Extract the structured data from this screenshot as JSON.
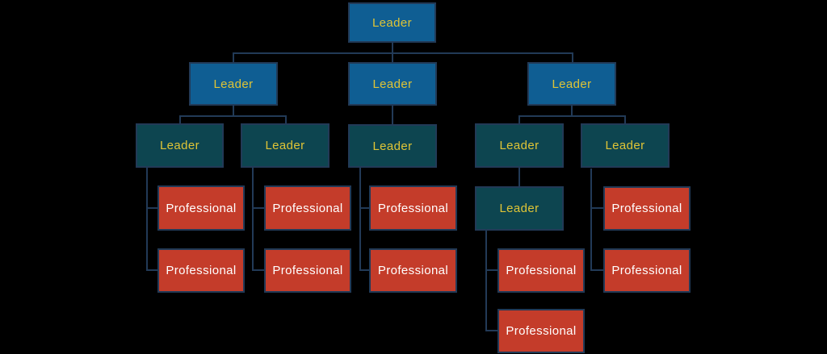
{
  "diagram": {
    "type": "org-chart",
    "background": "#000000",
    "palette": {
      "background": "#000000",
      "node_leader_blue": "#0f5e93",
      "node_leader_teal": "#0d4550",
      "node_professional_red": "#c43c2a",
      "leader_text": "#dfc436",
      "professional_text": "#ffffff",
      "connector": "#223a57",
      "border": "#223a57"
    },
    "nodes": [
      {
        "id": "l1",
        "label": "Leader",
        "role": "leader",
        "level": 1
      },
      {
        "id": "l2-1",
        "label": "Leader",
        "role": "leader",
        "level": 2
      },
      {
        "id": "l2-2",
        "label": "Leader",
        "role": "leader",
        "level": 2
      },
      {
        "id": "l2-3",
        "label": "Leader",
        "role": "leader",
        "level": 2
      },
      {
        "id": "l3-1",
        "label": "Leader",
        "role": "leader",
        "level": 3
      },
      {
        "id": "l3-2",
        "label": "Leader",
        "role": "leader",
        "level": 3
      },
      {
        "id": "l3-3",
        "label": "Leader",
        "role": "leader",
        "level": 3
      },
      {
        "id": "l3-4",
        "label": "Leader",
        "role": "leader",
        "level": 3
      },
      {
        "id": "l3-5",
        "label": "Leader",
        "role": "leader",
        "level": 3
      },
      {
        "id": "l4-1",
        "label": "Leader",
        "role": "leader",
        "level": 4
      },
      {
        "id": "p1",
        "label": "Professional",
        "role": "professional"
      },
      {
        "id": "p2",
        "label": "Professional",
        "role": "professional"
      },
      {
        "id": "p3",
        "label": "Professional",
        "role": "professional"
      },
      {
        "id": "p4",
        "label": "Professional",
        "role": "professional"
      },
      {
        "id": "p5",
        "label": "Professional",
        "role": "professional"
      },
      {
        "id": "p6",
        "label": "Professional",
        "role": "professional"
      },
      {
        "id": "p7",
        "label": "Professional",
        "role": "professional"
      },
      {
        "id": "p8",
        "label": "Professional",
        "role": "professional"
      },
      {
        "id": "p9",
        "label": "Professional",
        "role": "professional"
      },
      {
        "id": "p10",
        "label": "Professional",
        "role": "professional"
      }
    ],
    "edges": [
      [
        "l1",
        "l2-1"
      ],
      [
        "l1",
        "l2-2"
      ],
      [
        "l1",
        "l2-3"
      ],
      [
        "l2-1",
        "l3-1"
      ],
      [
        "l2-1",
        "l3-2"
      ],
      [
        "l2-2",
        "l3-3"
      ],
      [
        "l2-3",
        "l3-4"
      ],
      [
        "l2-3",
        "l3-5"
      ],
      [
        "l3-1",
        "p1"
      ],
      [
        "l3-1",
        "p5"
      ],
      [
        "l3-2",
        "p2"
      ],
      [
        "l3-2",
        "p6"
      ],
      [
        "l3-3",
        "p3"
      ],
      [
        "l3-3",
        "p7"
      ],
      [
        "l3-4",
        "l4-1"
      ],
      [
        "l4-1",
        "p8"
      ],
      [
        "l4-1",
        "p10"
      ],
      [
        "l3-5",
        "p4"
      ],
      [
        "l3-5",
        "p9"
      ]
    ]
  }
}
